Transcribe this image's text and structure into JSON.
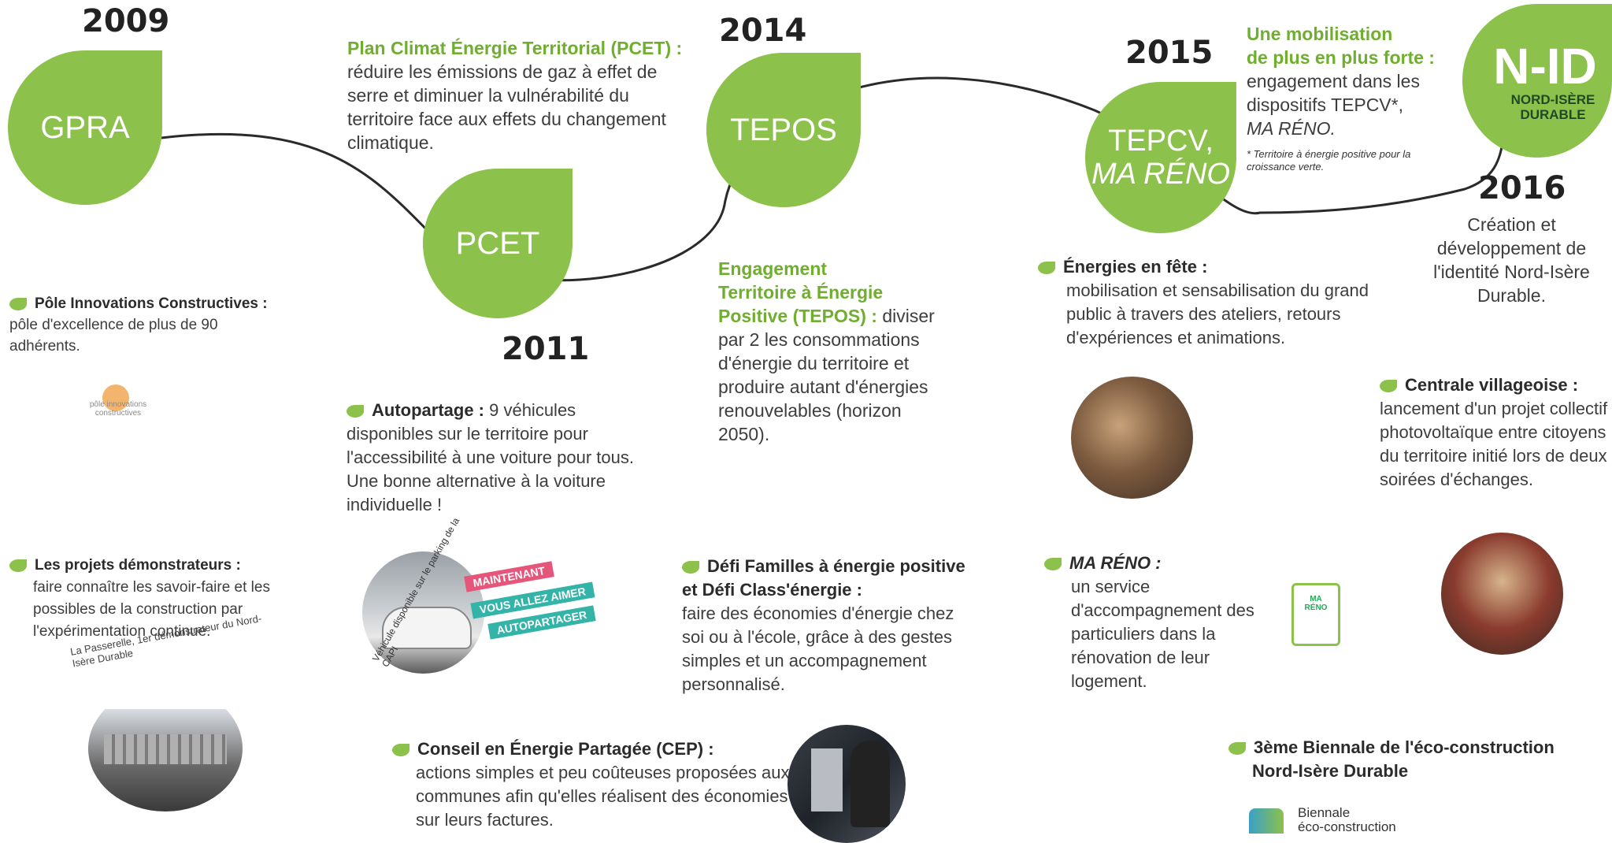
{
  "colors": {
    "accent": "#8cc14b",
    "text": "#3d3d3d",
    "heading": "#222222"
  },
  "nodes": [
    {
      "year": "2009",
      "label": "GPRA"
    },
    {
      "year": "2011",
      "label": "PCET"
    },
    {
      "year": "2014",
      "label": "TEPOS"
    },
    {
      "year": "2015",
      "label_line1": "TEPCV,",
      "label_line2": "MA RÉNO"
    },
    {
      "year": "2016",
      "logo_big": "N-ID",
      "logo_small1": "NORD-ISÈRE",
      "logo_small2": "DURABLE"
    }
  ],
  "pcet_desc": {
    "title": "Plan Climat Énergie Territorial (PCET) :",
    "body": "réduire les émissions de gaz à effet de serre et diminuer la vulnérabilité du territoire face aux effets du changement climatique."
  },
  "tepos_desc": {
    "title1": "Engagement",
    "title2": "Territoire à Énergie",
    "title3": "Positive (TEPOS) :",
    "body1": " diviser",
    "body2": "par 2 les consommations d'énergie du territoire et produire autant d'énergies renouvelables (horizon 2050)."
  },
  "mobilisation": {
    "title1": "Une mobilisation",
    "title2": "de plus en plus forte :",
    "body1": "engagement dans les dispositifs TEPCV*,",
    "body2": "MA RÉNO.",
    "footnote": "* Territoire à énergie positive pour la croissance verte."
  },
  "creation_2016": "Création et développement de l'identité Nord-Isère Durable.",
  "items": {
    "pole": {
      "title": "Pôle Innovations Constructives :",
      "body": " pôle d'excellence de plus de 90 adhérents.",
      "logo_text": "pôle innovations constructives"
    },
    "demonstrateurs": {
      "title": "Les projets démonstrateurs :",
      "body": "faire connaître les savoir-faire et les possibles de la construction par l'expérimentation continue.",
      "photo_caption": "La Passerelle, 1er démonstrateur du Nord-Isère Durable"
    },
    "autopartage": {
      "title": "Autopartage :",
      "body": " 9 véhicules disponibles sur le territoire pour l'accessibilité à une voiture pour tous. Une bonne alternative à la voiture individuelle !",
      "photo_caption": "Véhicule disponible sur le parking de la CAPI",
      "banner1": "MAINTENANT",
      "banner2": "VOUS ALLEZ AIMER",
      "banner3": "AUTOPARTAGER"
    },
    "defi": {
      "title": "Défi Familles à énergie positive et Défi Class'énergie :",
      "body": "faire des économies d'énergie chez soi ou à l'école, grâce à des gestes simples et un accompagnement personnalisé."
    },
    "cep": {
      "title": "Conseil en Énergie Partagée (CEP) :",
      "body": "actions simples et peu coûteuses proposées aux communes afin qu'elles réalisent des économies sur leurs factures."
    },
    "energies": {
      "title": "Énergies en fête :",
      "body": "mobilisation et sensabilisation du grand public à travers des ateliers, retours d'expériences et animations."
    },
    "mareno": {
      "title": "MA RÉNO :",
      "body": "un service d'accompagnement des particuliers dans la rénovation de leur logement.",
      "logo_text1": "MA",
      "logo_text2": "RÉNO"
    },
    "centrale": {
      "title": "Centrale villageoise :",
      "body": "lancement d'un projet collectif photovoltaïque entre citoyens du territoire initié lors de deux soirées d'échanges."
    },
    "biennale": {
      "title1": "3ème Biennale de l'éco-construction",
      "title2": "Nord-Isère Durable",
      "logo_text1": "Biennale",
      "logo_text2": "éco-construction"
    }
  }
}
